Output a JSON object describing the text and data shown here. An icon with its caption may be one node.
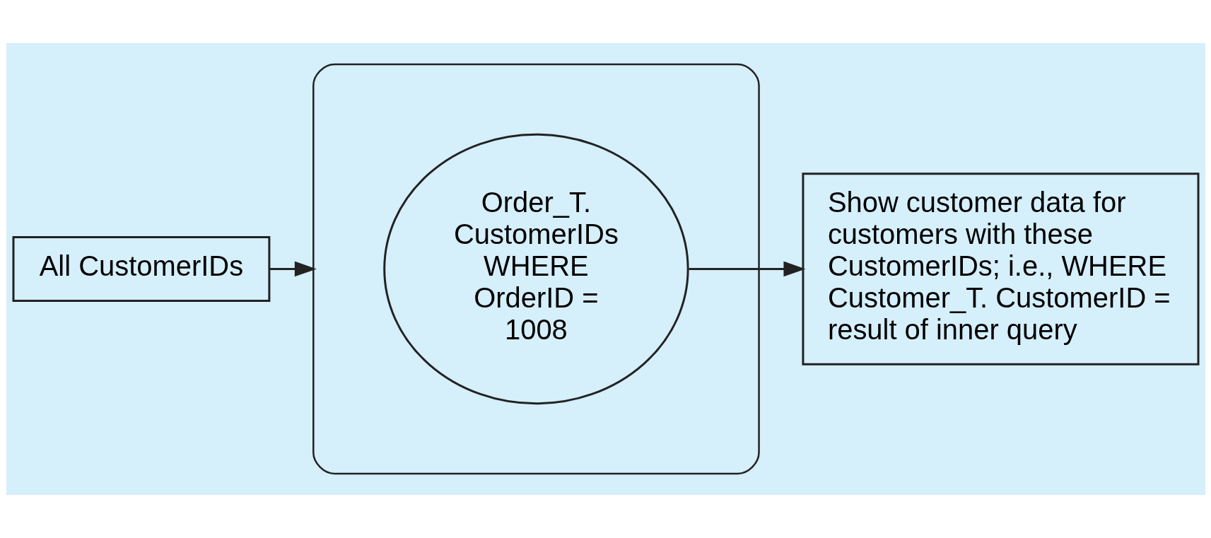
{
  "diagram": {
    "nodes": [
      {
        "text": [
          "All CustomerIDs"
        ]
      },
      {
        "text": [],
        "shape": "ellipse"
      },
      {
        "text": [
          "Order_T. CustomerIDs WHERE OrderID = 1008"
        ],
        "in": 1
      },
      {
        "text": [
          "Show customer data for customers with these CustomerIDs; i.e., WHERE Customer_T. CustomerID = result of inner query"
        ]
      }
    ],
    "edges": [
      {
        "from": 0,
        "to": 1,
        "arrow": "to"
      },
      {
        "from": 2,
        "to": 3,
        "arrow": "to"
      }
    ]
  }
}
